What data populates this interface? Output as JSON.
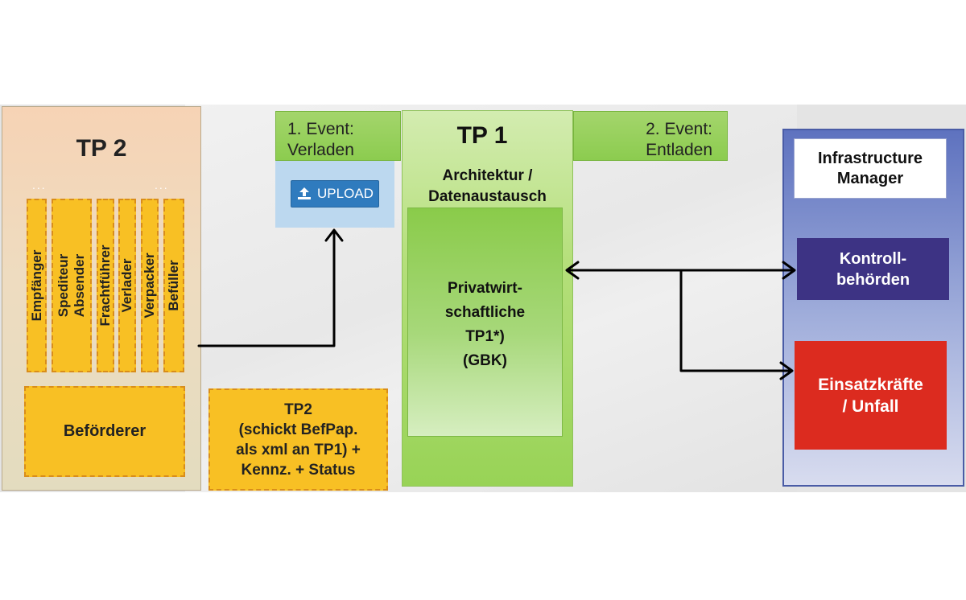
{
  "tp2": {
    "title": "TP 2",
    "dots_left": "...",
    "dots_right": "...",
    "roles": [
      "Empfänger",
      "Spediteur\nAbsender",
      "Frachtführer",
      "Verlader",
      "Verpacker",
      "Befüller"
    ],
    "carrier": "Beförderer"
  },
  "tp2_send": {
    "lines": [
      "TP2",
      "(schickt BefPap.",
      "als xml an TP1) +",
      "Kennz. + Status"
    ]
  },
  "events": {
    "event1": [
      "1. Event:",
      "Verladen"
    ],
    "event2": [
      "2. Event:",
      "Entladen"
    ]
  },
  "upload": {
    "label": "UPLOAD",
    "icon": "upload-icon"
  },
  "tp1": {
    "title": "TP 1",
    "subtitle": [
      "Architektur /",
      "Datenaustausch"
    ],
    "inner": [
      "Privatwirt-",
      "schaftliche",
      "TP1*)",
      "(GBK)"
    ]
  },
  "right": {
    "infra": [
      "Infrastructure",
      "Manager"
    ],
    "authority": [
      "Kontroll-",
      "behörden"
    ],
    "rescue": [
      "Einsatzkräfte",
      "/ Unfall"
    ]
  },
  "colors": {
    "tp2_panel": "#f6d3b5",
    "role_fill": "#f8c024",
    "green": "#98d356",
    "upload_blue": "#2f7bbe",
    "authority": "#3d3384",
    "rescue": "#dc2b1f"
  }
}
